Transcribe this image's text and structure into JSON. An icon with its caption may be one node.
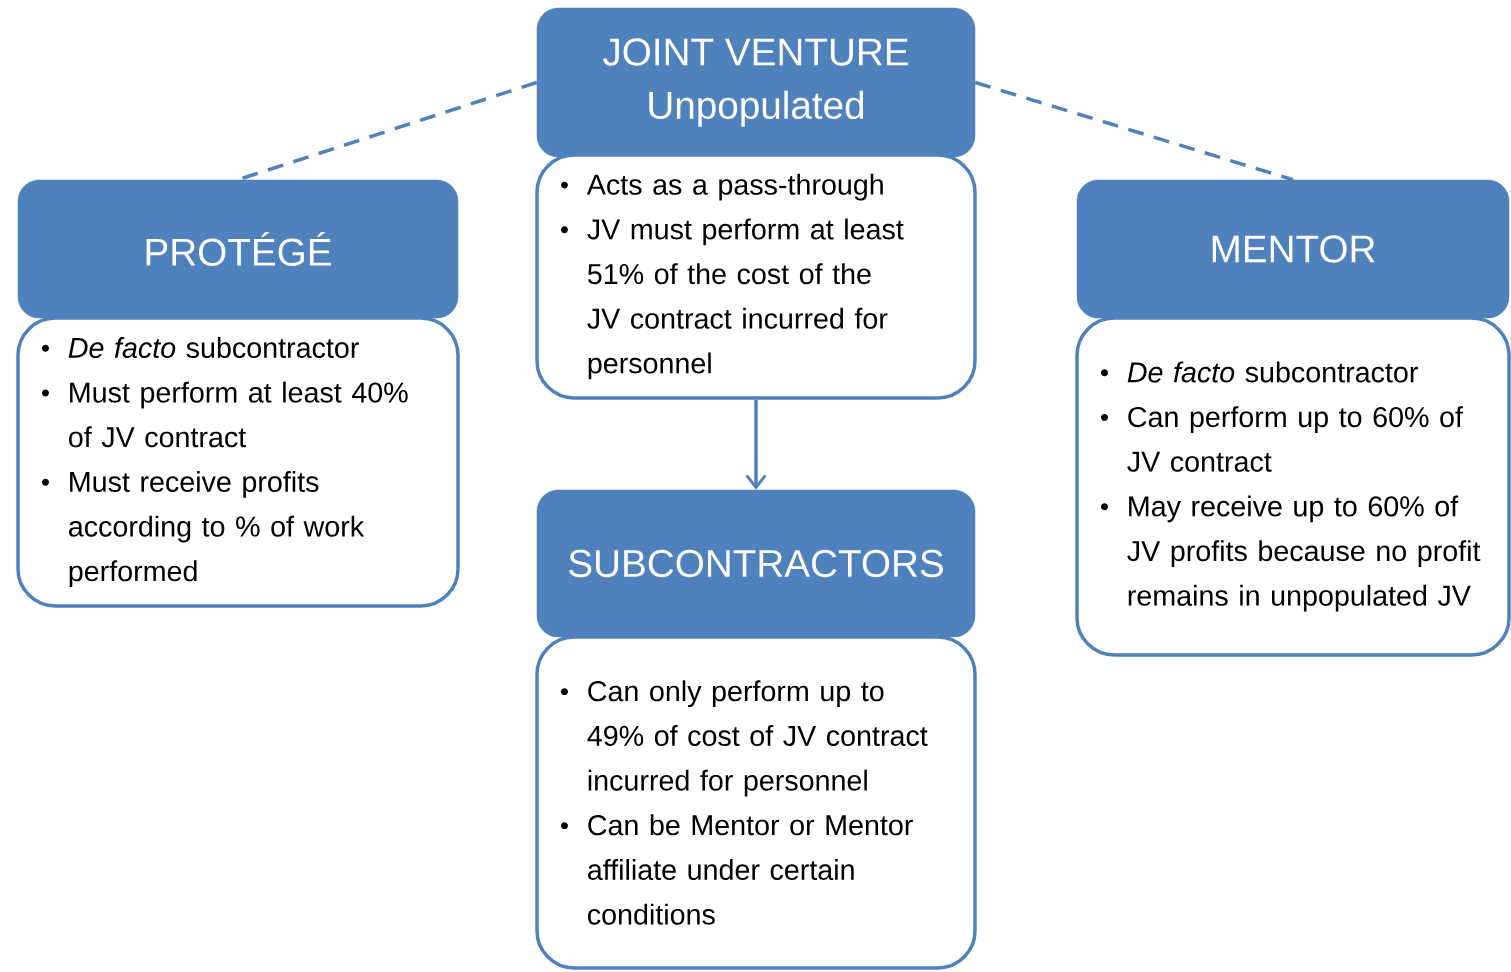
{
  "diagram": {
    "nodes": [
      {
        "text": [
          "JOINT VENTURE",
          "Unpopulated"
        ]
      },
      {
        "text": [
          "Acts as a pass-through",
          "JV must perform at least 51% of the cost of the JV contract incurred for personnel"
        ]
      },
      {
        "text": [
          "PROTÉGÉ"
        ]
      },
      {
        "text": [
          "*De facto* subcontractor",
          "Must perform at least 40% of JV contract",
          "Must receive profits according to % of work performed"
        ]
      },
      {
        "text": [
          "MENTOR"
        ]
      },
      {
        "text": [
          "*De facto* subcontractor",
          "Can perform up to 60% of JV contract",
          "May receive up to 60% of JV profits because no profit remains in unpopulated JV"
        ]
      },
      {
        "text": [
          "SUBCONTRACTORS"
        ]
      },
      {
        "text": [
          "Can only perform up to 49% of cost of JV contract incurred for personnel",
          "Can be Mentor or Mentor affiliate under certain conditions"
        ]
      }
    ],
    "edges": [
      {
        "from": 0,
        "to": 2,
        "arrow": "none",
        "style": "dashed"
      },
      {
        "from": 0,
        "to": 4,
        "arrow": "none",
        "style": "dashed"
      },
      {
        "from": 1,
        "to": 6,
        "arrow": "to"
      }
    ]
  }
}
